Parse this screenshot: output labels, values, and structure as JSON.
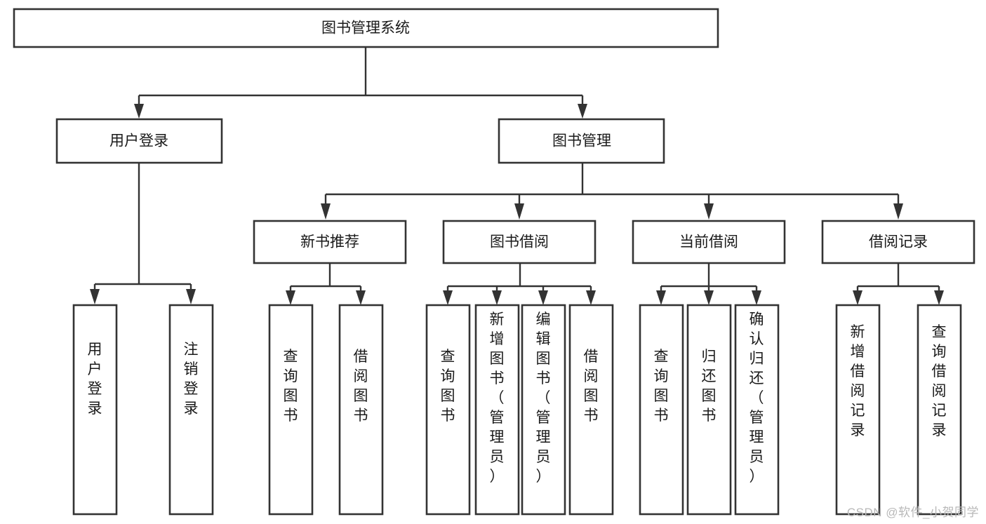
{
  "diagram": {
    "type": "tree-hierarchy-chart",
    "title": "图书管理系统",
    "watermark": "CSDN @软件_小贺同学",
    "levels": [
      {
        "level": 1,
        "nodes": [
          {
            "id": "root",
            "label": "图书管理系统",
            "orientation": "horizontal"
          }
        ]
      },
      {
        "level": 2,
        "nodes": [
          {
            "id": "login",
            "label": "用户登录",
            "orientation": "horizontal",
            "parent": "root"
          },
          {
            "id": "bookmgmt",
            "label": "图书管理",
            "orientation": "horizontal",
            "parent": "root"
          }
        ]
      },
      {
        "level": 3,
        "nodes": [
          {
            "id": "newbook",
            "label": "新书推荐",
            "orientation": "horizontal",
            "parent": "bookmgmt"
          },
          {
            "id": "borrow",
            "label": "图书借阅",
            "orientation": "horizontal",
            "parent": "bookmgmt"
          },
          {
            "id": "current",
            "label": "当前借阅",
            "orientation": "horizontal",
            "parent": "bookmgmt"
          },
          {
            "id": "records",
            "label": "借阅记录",
            "orientation": "horizontal",
            "parent": "bookmgmt"
          }
        ]
      },
      {
        "level": 4,
        "nodes": [
          {
            "id": "leaf-user-login",
            "label": "用户登录",
            "orientation": "vertical",
            "parent": "login"
          },
          {
            "id": "leaf-user-logout",
            "label": "注销登录",
            "orientation": "vertical",
            "parent": "login"
          },
          {
            "id": "leaf-newbook-query",
            "label": "查询图书",
            "orientation": "vertical",
            "parent": "newbook"
          },
          {
            "id": "leaf-newbook-borrow",
            "label": "借阅图书",
            "orientation": "vertical",
            "parent": "newbook"
          },
          {
            "id": "leaf-borrow-query",
            "label": "查询图书",
            "orientation": "vertical",
            "parent": "borrow"
          },
          {
            "id": "leaf-borrow-add",
            "label": "新增图书（管理员）",
            "orientation": "vertical",
            "parent": "borrow"
          },
          {
            "id": "leaf-borrow-edit",
            "label": "编辑图书（管理员）",
            "orientation": "vertical",
            "parent": "borrow"
          },
          {
            "id": "leaf-borrow-lend",
            "label": "借阅图书",
            "orientation": "vertical",
            "parent": "borrow"
          },
          {
            "id": "leaf-current-query",
            "label": "查询图书",
            "orientation": "vertical",
            "parent": "current"
          },
          {
            "id": "leaf-current-return",
            "label": "归还图书",
            "orientation": "vertical",
            "parent": "current"
          },
          {
            "id": "leaf-current-confirm",
            "label": "确认归还（管理员）",
            "orientation": "vertical",
            "parent": "current"
          },
          {
            "id": "leaf-records-add",
            "label": "新增借阅记录",
            "orientation": "vertical",
            "parent": "records"
          },
          {
            "id": "leaf-records-query",
            "label": "查询借阅记录",
            "orientation": "vertical",
            "parent": "records"
          }
        ]
      }
    ],
    "colors": {
      "stroke": "#333333",
      "fill": "#ffffff",
      "text": "#1a1a1a",
      "watermark": "#b8b8b8"
    }
  }
}
